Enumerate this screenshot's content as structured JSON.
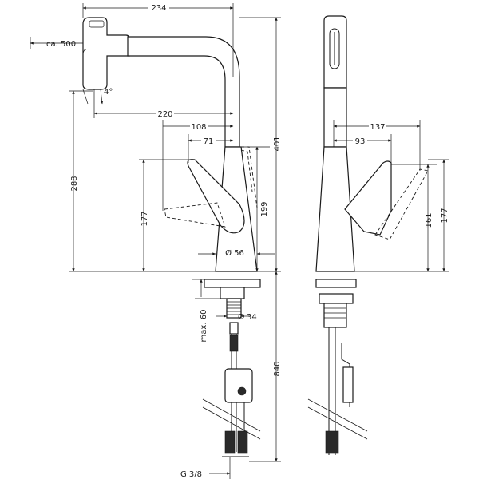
{
  "dimensions": {
    "width_234": "234",
    "reach_500": "ca. 500",
    "angle_4": "4°",
    "reach_220": "220",
    "offset_108": "108",
    "offset_71": "71",
    "height_288": "288",
    "height_177_left": "177",
    "height_199": "199",
    "height_401": "401",
    "base_56": "Ø 56",
    "max_60": "max. 60",
    "hole_34": "Ø 34",
    "hose_840": "840",
    "thread": "G 3/8",
    "side_137": "137",
    "side_93": "93",
    "side_161": "161",
    "side_177": "177"
  }
}
